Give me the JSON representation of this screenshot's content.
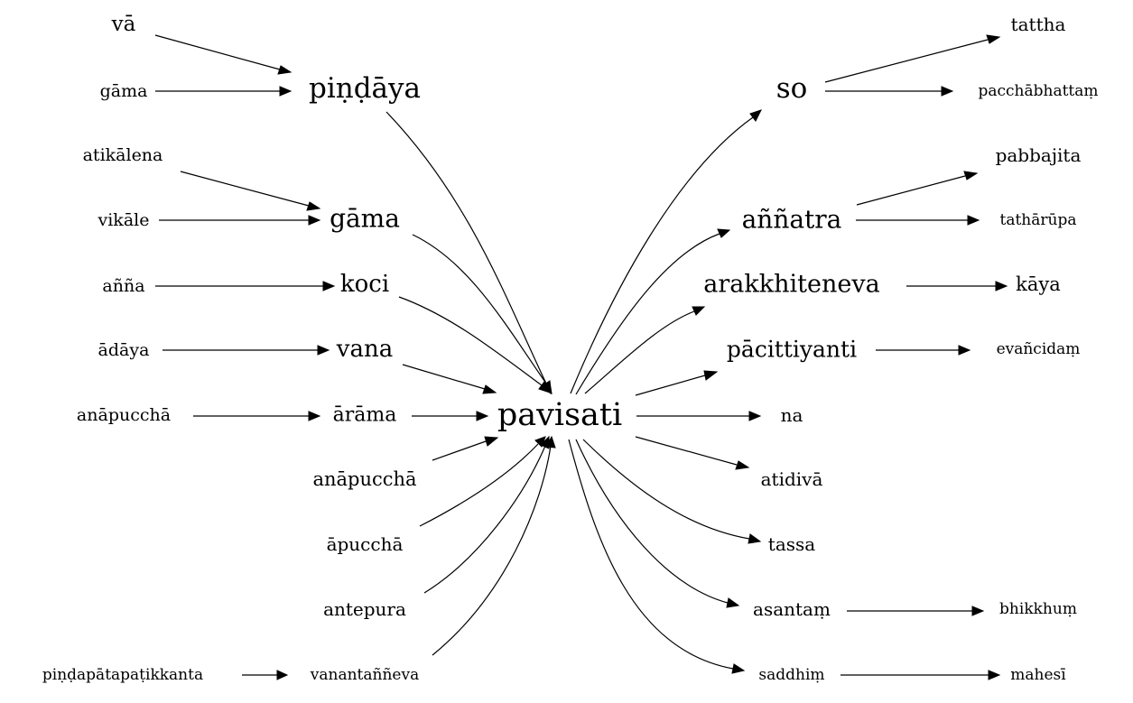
{
  "diagram": {
    "nodes": [
      {
        "id": "pavisati",
        "label": "pavisati",
        "role": "center"
      },
      {
        "id": "va",
        "label": "vā"
      },
      {
        "id": "gama_l",
        "label": "gāma"
      },
      {
        "id": "pindaya",
        "label": "piṇḍāya"
      },
      {
        "id": "atikalena",
        "label": "atikālena"
      },
      {
        "id": "vikale",
        "label": "vikāle"
      },
      {
        "id": "gama",
        "label": "gāma"
      },
      {
        "id": "anna",
        "label": "añña"
      },
      {
        "id": "koci",
        "label": "koci"
      },
      {
        "id": "adaya",
        "label": "ādāya"
      },
      {
        "id": "vana",
        "label": "vana"
      },
      {
        "id": "anapuccha_l",
        "label": "anāpucchā"
      },
      {
        "id": "arama",
        "label": "ārāma"
      },
      {
        "id": "anapuccha",
        "label": "anāpucchā"
      },
      {
        "id": "apuccha",
        "label": "āpucchā"
      },
      {
        "id": "antepura",
        "label": "antepura"
      },
      {
        "id": "pindapata",
        "label": "piṇḍapātapaṭikkanta"
      },
      {
        "id": "vanantanneva",
        "label": "vanantaññeva"
      },
      {
        "id": "so",
        "label": "so"
      },
      {
        "id": "tattha",
        "label": "tattha"
      },
      {
        "id": "pacchabhattam",
        "label": "pacchābhattaṃ"
      },
      {
        "id": "annatra",
        "label": "aññatra"
      },
      {
        "id": "pabbajita",
        "label": "pabbajita"
      },
      {
        "id": "tatharupa",
        "label": "tathārūpa"
      },
      {
        "id": "arakkhiteneva",
        "label": "arakkhiteneva"
      },
      {
        "id": "kaya",
        "label": "kāya"
      },
      {
        "id": "pacittiyanti",
        "label": "pācittiyanti"
      },
      {
        "id": "evancidam",
        "label": "evañcidaṃ"
      },
      {
        "id": "na",
        "label": "na"
      },
      {
        "id": "atidiva",
        "label": "atidivā"
      },
      {
        "id": "tassa",
        "label": "tassa"
      },
      {
        "id": "asantam",
        "label": "asantaṃ"
      },
      {
        "id": "bhikkhum",
        "label": "bhikkhuṃ"
      },
      {
        "id": "saddhim",
        "label": "saddhiṃ"
      },
      {
        "id": "mahesi",
        "label": "mahesī"
      }
    ],
    "edges": [
      {
        "from": "va",
        "to": "pindaya"
      },
      {
        "from": "gama_l",
        "to": "pindaya"
      },
      {
        "from": "atikalena",
        "to": "gama"
      },
      {
        "from": "vikale",
        "to": "gama"
      },
      {
        "from": "anna",
        "to": "koci"
      },
      {
        "from": "adaya",
        "to": "vana"
      },
      {
        "from": "anapuccha_l",
        "to": "arama"
      },
      {
        "from": "pindapata",
        "to": "vanantanneva"
      },
      {
        "from": "pindaya",
        "to": "pavisati"
      },
      {
        "from": "gama",
        "to": "pavisati"
      },
      {
        "from": "koci",
        "to": "pavisati"
      },
      {
        "from": "vana",
        "to": "pavisati"
      },
      {
        "from": "arama",
        "to": "pavisati"
      },
      {
        "from": "anapuccha",
        "to": "pavisati"
      },
      {
        "from": "apuccha",
        "to": "pavisati"
      },
      {
        "from": "antepura",
        "to": "pavisati"
      },
      {
        "from": "vanantanneva",
        "to": "pavisati"
      },
      {
        "from": "pavisati",
        "to": "so"
      },
      {
        "from": "pavisati",
        "to": "annatra"
      },
      {
        "from": "pavisati",
        "to": "arakkhiteneva"
      },
      {
        "from": "pavisati",
        "to": "pacittiyanti"
      },
      {
        "from": "pavisati",
        "to": "na"
      },
      {
        "from": "pavisati",
        "to": "atidiva"
      },
      {
        "from": "pavisati",
        "to": "tassa"
      },
      {
        "from": "pavisati",
        "to": "asantam"
      },
      {
        "from": "pavisati",
        "to": "saddhim"
      },
      {
        "from": "so",
        "to": "tattha"
      },
      {
        "from": "so",
        "to": "pacchabhattam"
      },
      {
        "from": "annatra",
        "to": "pabbajita"
      },
      {
        "from": "annatra",
        "to": "tatharupa"
      },
      {
        "from": "arakkhiteneva",
        "to": "kaya"
      },
      {
        "from": "pacittiyanti",
        "to": "evancidam"
      },
      {
        "from": "asantam",
        "to": "bhikkhum"
      },
      {
        "from": "saddhim",
        "to": "mahesi"
      }
    ]
  }
}
